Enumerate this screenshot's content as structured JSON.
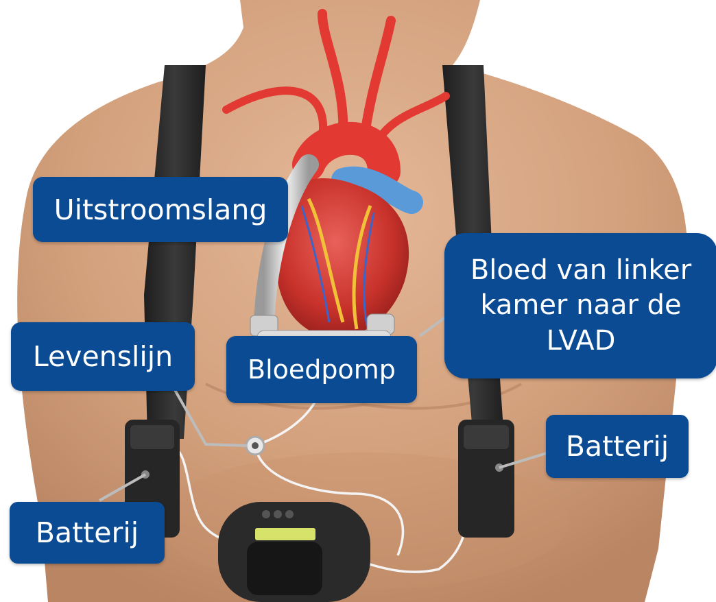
{
  "labels": {
    "outflow": "Uitstroomslang",
    "lifeline": "Levenslijn",
    "pump": "Bloedpomp",
    "blood_path": "Bloed van linker\nkamer naar de\nLVAD",
    "battery_right": "Batterij",
    "battery_left": "Batterij"
  },
  "colors": {
    "label_bg": "#0a4b94",
    "label_text": "#ffffff",
    "skin": "#d9a987",
    "strap": "#2a2a2a",
    "heart": "#d8302a",
    "vein": "#4a8fd6",
    "display": "#d6e26a"
  }
}
